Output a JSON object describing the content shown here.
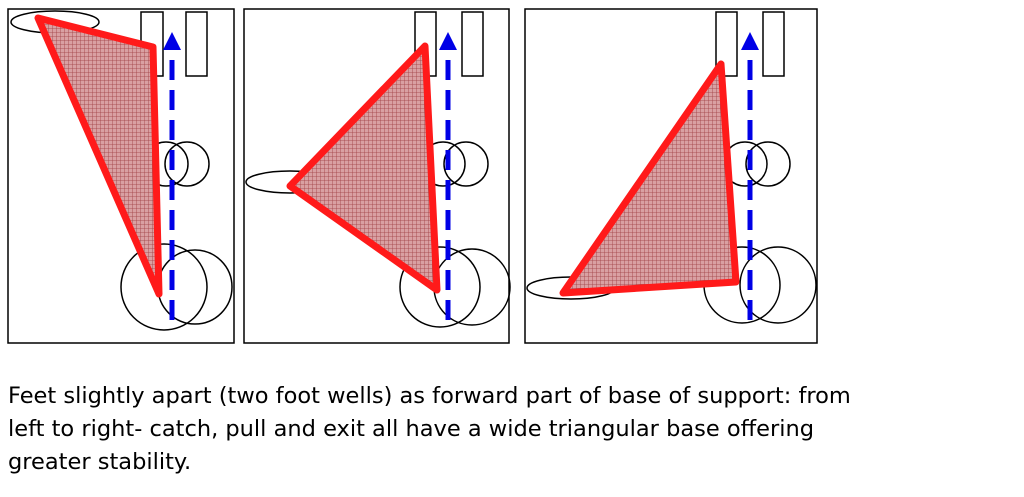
{
  "colors": {
    "triangle_stroke": "#ff1a1a",
    "triangle_fill": "#c8787a",
    "arrow": "#0000e6",
    "outline": "#000000",
    "background": "#ffffff"
  },
  "panels": [
    {
      "name": "catch"
    },
    {
      "name": "pull"
    },
    {
      "name": "exit"
    }
  ],
  "caption": {
    "line1": "Feet slightly apart (two foot wells) as forward part of base of support: from",
    "line2": "left to right- catch, pull and exit all have a wide triangular base offering",
    "line3": "greater stability."
  }
}
